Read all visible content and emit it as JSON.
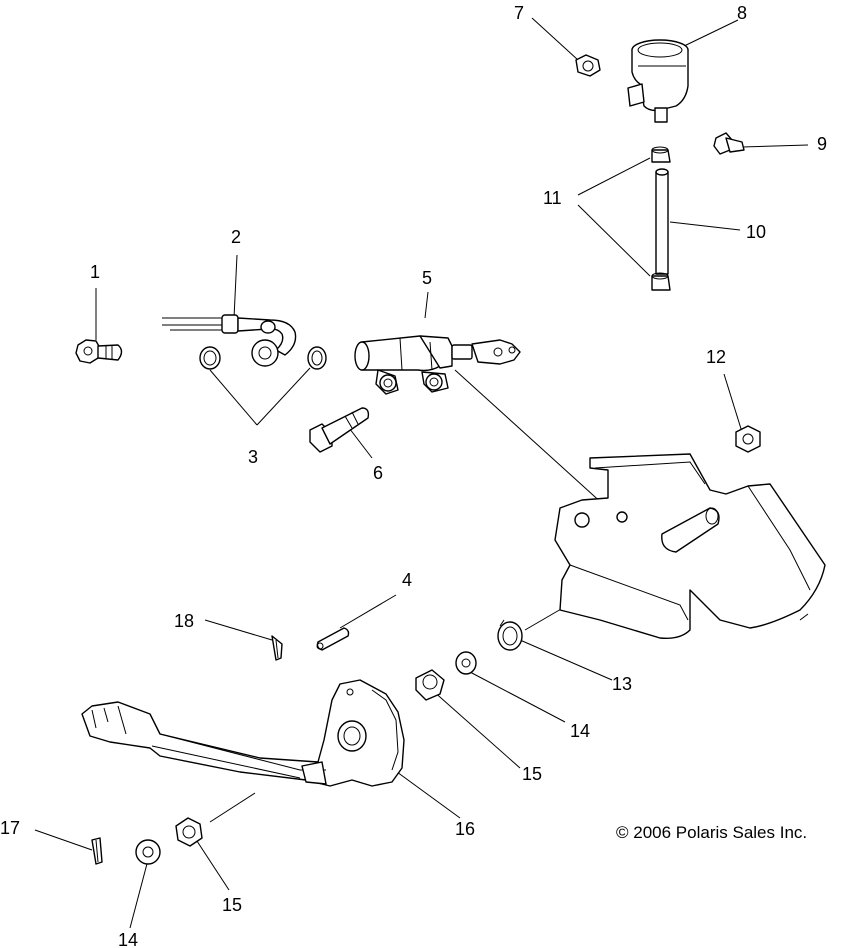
{
  "callouts": [
    {
      "id": "c1",
      "text": "1"
    },
    {
      "id": "c2",
      "text": "2"
    },
    {
      "id": "c3",
      "text": "3"
    },
    {
      "id": "c4",
      "text": "4"
    },
    {
      "id": "c5",
      "text": "5"
    },
    {
      "id": "c6",
      "text": "6"
    },
    {
      "id": "c7",
      "text": "7"
    },
    {
      "id": "c8",
      "text": "8"
    },
    {
      "id": "c9",
      "text": "9"
    },
    {
      "id": "c10",
      "text": "10"
    },
    {
      "id": "c11",
      "text": "11"
    },
    {
      "id": "c12",
      "text": "12"
    },
    {
      "id": "c13",
      "text": "13"
    },
    {
      "id": "c14a",
      "text": "14"
    },
    {
      "id": "c15a",
      "text": "15"
    },
    {
      "id": "c16",
      "text": "16"
    },
    {
      "id": "c17",
      "text": "17"
    },
    {
      "id": "c18",
      "text": "18"
    },
    {
      "id": "c14b",
      "text": "14"
    },
    {
      "id": "c15b",
      "text": "15"
    }
  ],
  "copyright": "© 2006 Polaris Sales Inc."
}
